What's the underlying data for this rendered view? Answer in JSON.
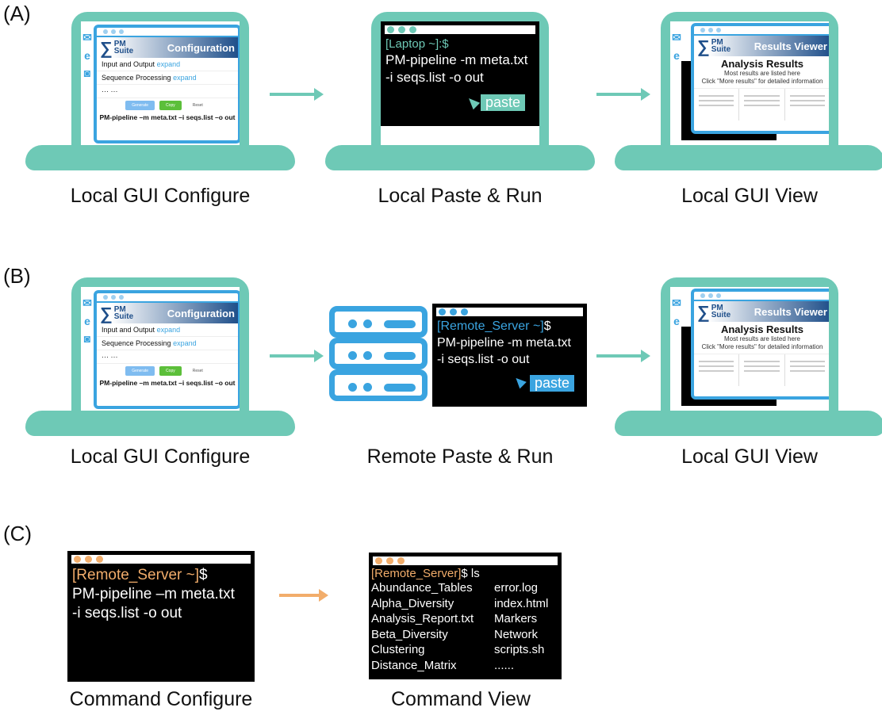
{
  "colors": {
    "teal": "#6ec9b6",
    "blue": "#3aa4e0",
    "orange": "#f2ad6b",
    "green": "#5cbf3a"
  },
  "panels": {
    "a": {
      "label": "(A)",
      "captions": [
        "Local GUI Configure",
        "Local Paste & Run",
        "Local GUI View"
      ]
    },
    "b": {
      "label": "(B)",
      "captions": [
        "Local GUI Configure",
        "Remote Paste & Run",
        "Local GUI View"
      ]
    },
    "c": {
      "label": "(C)",
      "captions": [
        "Command Configure",
        "Command View"
      ]
    }
  },
  "config_window": {
    "logo_top": "PM",
    "logo_bottom": "Suite",
    "title": "Configuration",
    "rows": [
      {
        "label": "Input and Output",
        "link": "expand"
      },
      {
        "label": "Sequence Processing",
        "link": "expand"
      }
    ],
    "ellipsis": "··· ···",
    "buttons": [
      "Generate",
      "Copy",
      "Reset"
    ],
    "command": "PM-pipeline –m meta.txt –i seqs.list –o out"
  },
  "results_window": {
    "logo_top": "PM",
    "logo_bottom": "Suite",
    "title": "Results Viewer",
    "heading": "Analysis Results",
    "sub1": "Most results are listed here",
    "sub2": "Click \"More results\" for detailed information"
  },
  "laptop_terminal": {
    "prompt": "[Laptop ~]:$",
    "line1": "PM-pipeline -m meta.txt",
    "line2": "-i seqs.list -o out",
    "paste": "paste"
  },
  "remote_terminal": {
    "prompt": "[Remote_Server ~]",
    "prompt_suffix": "$",
    "line1": "PM-pipeline -m meta.txt",
    "line2": "-i seqs.list -o out",
    "paste": "paste"
  },
  "command_terminal": {
    "prompt": "[Remote_Server ~]",
    "prompt_suffix": "$",
    "line1": "PM-pipeline –m meta.txt",
    "line2": "-i seqs.list -o out"
  },
  "view_terminal": {
    "prompt": "[Remote_Server]",
    "prompt_suffix": "$ ls",
    "col1": [
      "Abundance_Tables",
      "Alpha_Diversity",
      "Analysis_Report.txt",
      "Beta_Diversity",
      "Clustering",
      "Distance_Matrix"
    ],
    "col2": [
      "error.log",
      "index.html",
      "Markers",
      "Network",
      "scripts.sh",
      "......"
    ]
  },
  "icons": [
    "mail-icon",
    "browser-e-icon",
    "camera-icon",
    "server-icon",
    "cursor-arrow-icon",
    "right-arrow-icon"
  ]
}
